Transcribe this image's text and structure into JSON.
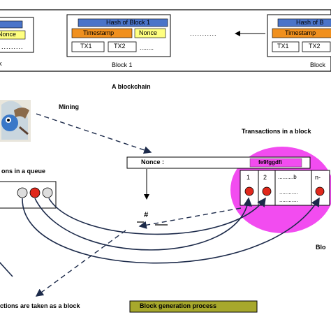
{
  "blockchain": {
    "blocks": [
      {
        "hash": "",
        "timestamp": "",
        "nonce": "Nonce",
        "tx": [
          "",
          ""
        ],
        "label": ""
      },
      {
        "hash": "Hash of Block 1",
        "timestamp": "Timestamp",
        "nonce": "Nonce",
        "tx": [
          "TX1",
          "TX2"
        ],
        "label": "Block 1"
      },
      {
        "hash": "Hash of B",
        "timestamp": "Timestamp",
        "nonce": "",
        "tx": [
          "TX1",
          "TX2"
        ],
        "label": "Block"
      }
    ],
    "ellipsis": "...........",
    "caption": "A blockchain"
  },
  "mining": {
    "label": "Mining"
  },
  "queue": {
    "label": "ons in a queue"
  },
  "nonce_field": {
    "label": "Nonce :",
    "value": "fe9fggdfi"
  },
  "hash_mark": "#",
  "transactions_block": {
    "title": "Transactions in a block",
    "slots": [
      "1",
      "2",
      "..........b",
      "n-"
    ],
    "side_label": "Blo"
  },
  "bottom": {
    "taken_label": "ctions are taken as a block",
    "process_label": "Block generation process"
  },
  "colors": {
    "hash_blue": "#4a74c9",
    "timestamp_orange": "#f0901e",
    "nonce_yellow": "#ffff80",
    "magenta": "#f24cf0",
    "red_dot": "#e0281c",
    "process_green": "#a7a82c",
    "arrow_dark": "#1c2a4a"
  }
}
